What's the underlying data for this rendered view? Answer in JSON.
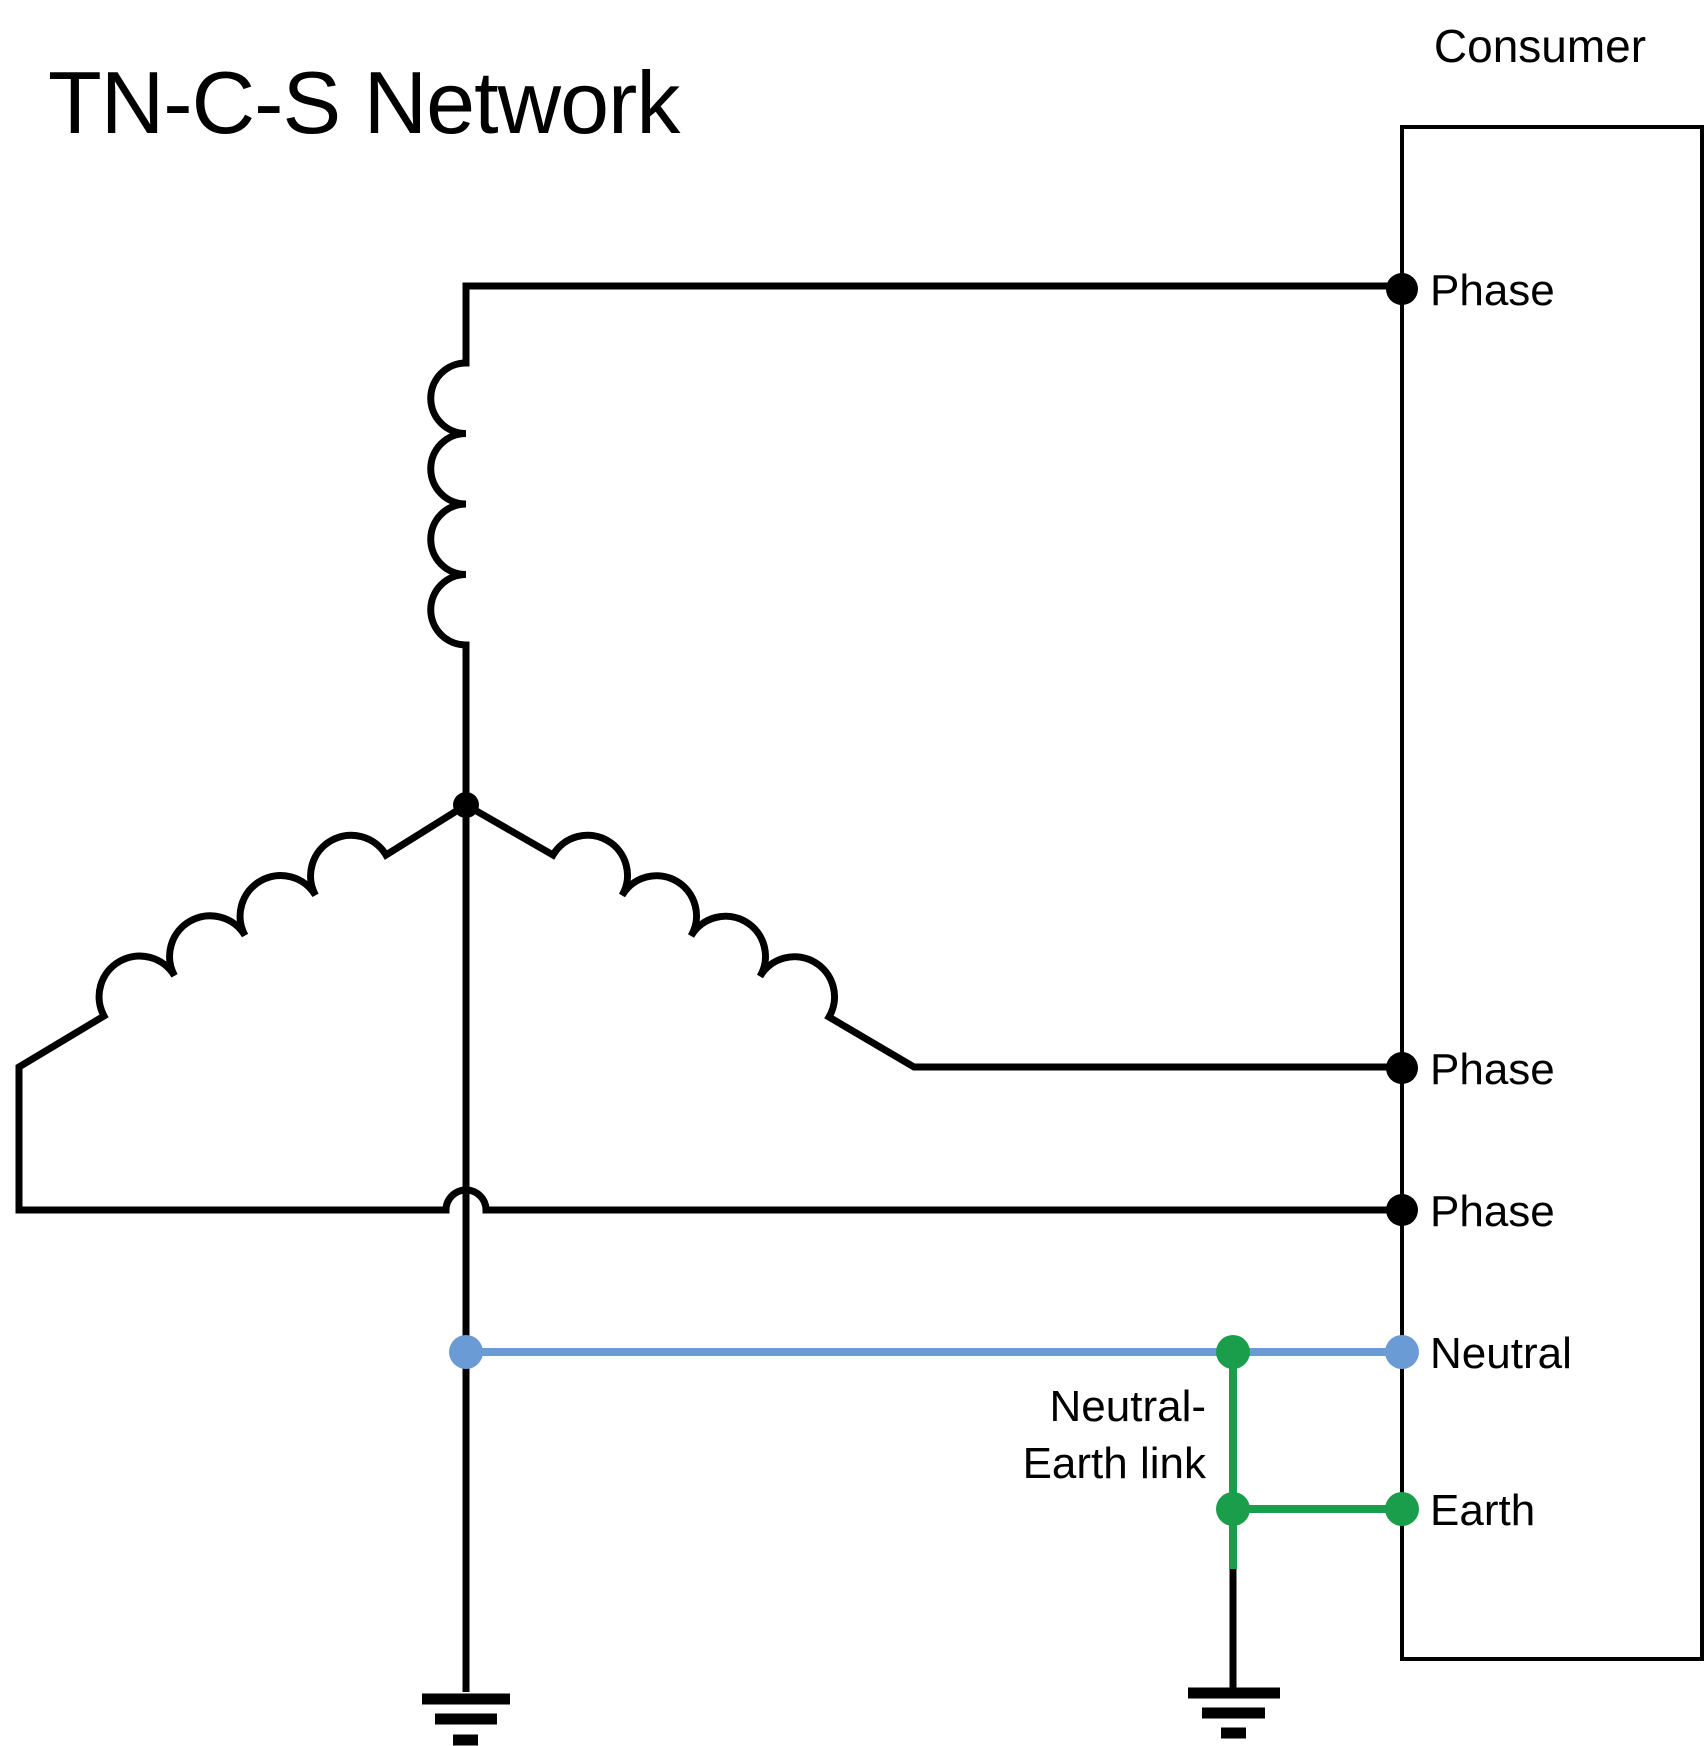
{
  "title": "TN-C-S Network",
  "consumer": {
    "label": "Consumer"
  },
  "terminals": {
    "phase1": "Phase",
    "phase2": "Phase",
    "phase3": "Phase",
    "neutral": "Neutral",
    "earth": "Earth"
  },
  "neutral_earth_link": {
    "line1": "Neutral-",
    "line2": "Earth link"
  },
  "colors": {
    "wire": "#000000",
    "neutral_wire": "#6B9BD5",
    "earth_wire": "#1A9E4C",
    "text": "#000000",
    "box_border": "#000000",
    "background": "#FFFFFF"
  }
}
